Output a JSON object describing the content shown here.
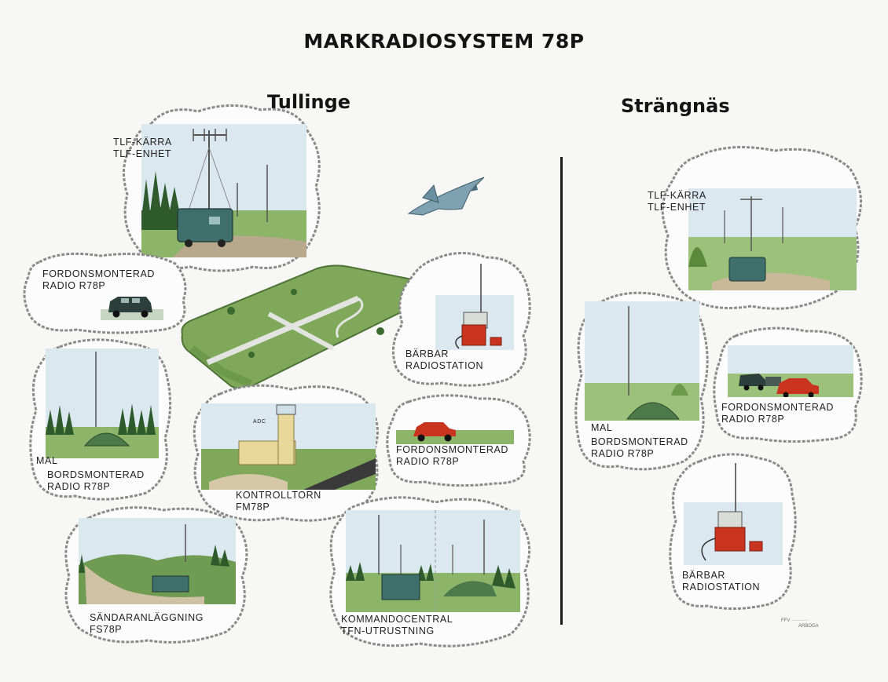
{
  "title": "MARKRADIOSYSTEM 78P",
  "sections": {
    "left": "Tullinge",
    "right": "Strängnäs"
  },
  "vignettes": {
    "tullinge_tlf": {
      "line1": "TLF-KÄRRA",
      "line2": "TLF-ENHET"
    },
    "tullinge_vehicle": {
      "line1": "FORDONSMONTERAD",
      "line2": "RADIO R78P"
    },
    "tullinge_table": {
      "line1": "MAL",
      "line2": "BORDSMONTERAD",
      "line3": "RADIO R78P"
    },
    "tullinge_tower": {
      "sign": "ADC",
      "line1": "KONTROLLTORN",
      "line2": "FM78P"
    },
    "tullinge_portable": {
      "line1": "BÄRBAR",
      "line2": "RADIOSTATION"
    },
    "tullinge_vehicle2": {
      "line1": "FORDONSMONTERAD",
      "line2": "RADIO R78P"
    },
    "tullinge_transmitter": {
      "line1": "SÄNDARANLÄGGNING",
      "line2": "FS78P"
    },
    "tullinge_command": {
      "line1": "KOMMANDOCENTRAL",
      "line2": "TFN-UTRUSTNING"
    },
    "strangnas_tlf": {
      "line1": "TLF-KÄRRA",
      "line2": "TLF-ENHET"
    },
    "strangnas_table": {
      "line1": "MAL",
      "line2": "BORDSMONTERAD",
      "line3": "RADIO R78P"
    },
    "strangnas_vehicle": {
      "line1": "FORDONSMONTERAD",
      "line2": "RADIO R78P"
    },
    "strangnas_portable": {
      "line1": "BÄRBAR",
      "line2": "RADIOSTATION"
    }
  },
  "credit": {
    "line1": "FFV ···········",
    "line2": "ARBOGA"
  },
  "colors": {
    "sky": "#dbe8ef",
    "grass": "#7fa85a",
    "forest": "#2f5a2c",
    "vehicle": "#3f6f6a",
    "radio_red": "#c9341f",
    "outline": "#8a8a8a"
  }
}
